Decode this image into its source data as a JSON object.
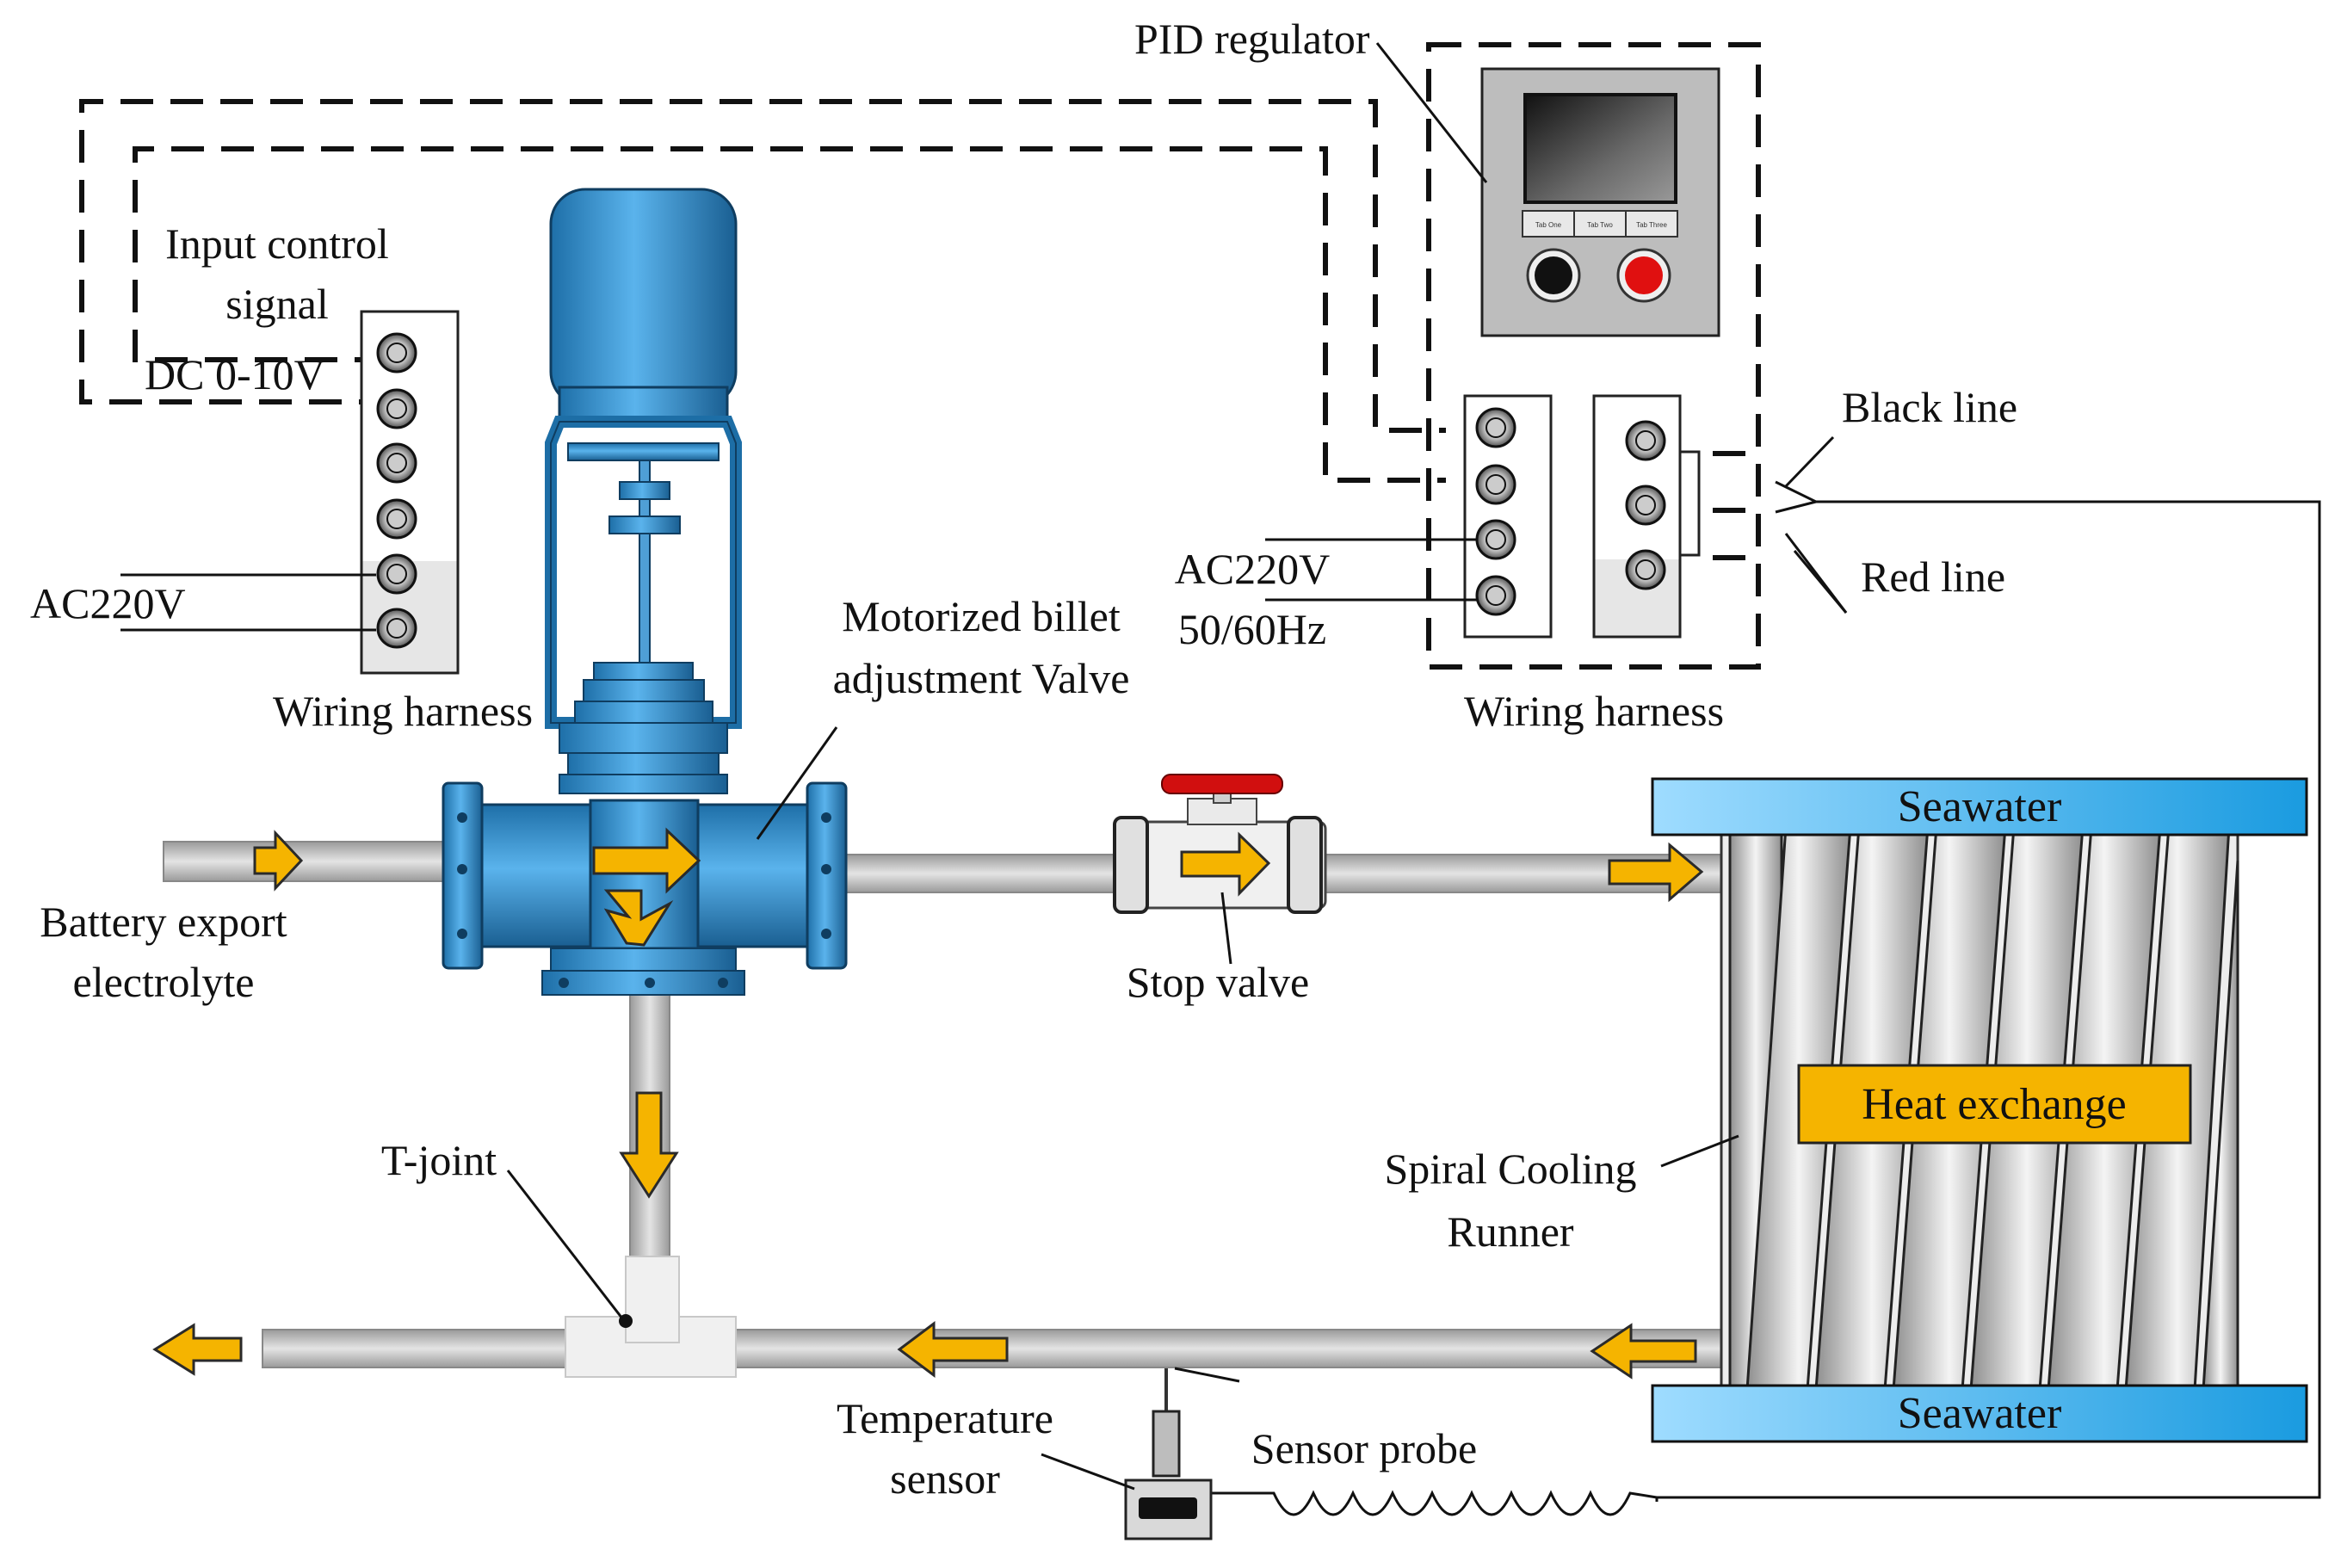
{
  "labels": {
    "pid_regulator": "PID regulator",
    "input_control_signal_1": "Input control",
    "input_control_signal_2": "signal",
    "dc_range": "DC 0-10V",
    "ac220v_left": "AC220V",
    "wiring_harness_left": "Wiring harness",
    "motorized_valve_1": "Motorized billet",
    "motorized_valve_2": "adjustment Valve",
    "ac220v_right": "AC220V",
    "freq_right": "50/60Hz",
    "wiring_harness_right": "Wiring harness",
    "black_line": "Black line",
    "red_line": "Red line",
    "battery_1": "Battery export",
    "battery_2": "electrolyte",
    "stop_valve": "Stop valve",
    "seawater_top": "Seawater",
    "seawater_bottom": "Seawater",
    "heat_exchange": "Heat exchange",
    "spiral_1": "Spiral Cooling",
    "spiral_2": "Runner",
    "t_joint": "T-joint",
    "temp_sensor_1": "Temperature",
    "temp_sensor_2": "sensor",
    "sensor_probe": "Sensor probe"
  },
  "pid_buttons": [
    "Tab One",
    "Tab Two",
    "Tab Three"
  ],
  "colors": {
    "valve_blue": "#2f8fd0",
    "arrow_yellow": "#f5b400",
    "seawater_blue": "#29a3e6",
    "heat_exchange_fill": "#f5b400",
    "stop_button_red": "#e01010",
    "pipe_gray": "#bdbdbd"
  }
}
